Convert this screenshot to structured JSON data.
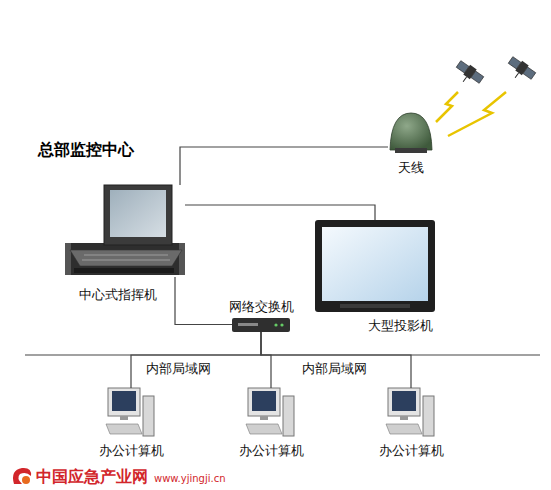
{
  "diagram": {
    "title": "总部监控中心",
    "nodes": [
      {
        "text": [
          "中心式指挥机"
        ]
      },
      {
        "text": [
          "天线"
        ]
      },
      {
        "text": [
          "大型投影机"
        ]
      },
      {
        "text": [
          "网络交换机"
        ]
      },
      {
        "text": [
          "办公计算机"
        ]
      },
      {
        "text": [
          "办公计算机"
        ]
      },
      {
        "text": [
          "办公计算机"
        ]
      }
    ],
    "edges": [
      {
        "from": 0,
        "to": 1,
        "arrow": "none"
      },
      {
        "from": 0,
        "to": 2,
        "arrow": "none"
      },
      {
        "from": 0,
        "to": 3,
        "arrow": "none"
      },
      {
        "from": 3,
        "to": 4,
        "arrow": "none"
      },
      {
        "from": 3,
        "to": 5,
        "arrow": "none"
      },
      {
        "from": 3,
        "to": 6,
        "arrow": "none"
      }
    ],
    "labels": [
      "内部局域网",
      "内部局域网",
      "中国应急产业网",
      "www.yjingji.cn"
    ]
  }
}
